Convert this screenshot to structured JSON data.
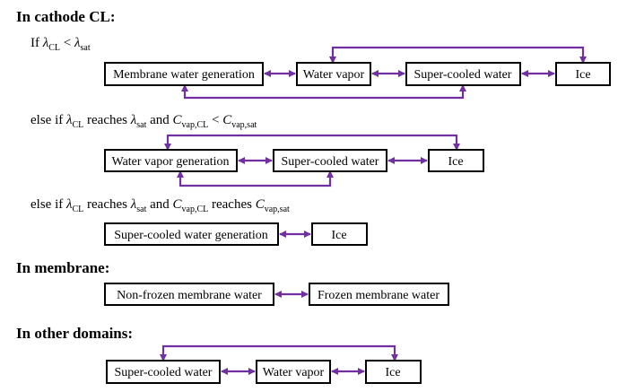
{
  "colors": {
    "arrow": "#7030a0",
    "box_border": "#000000",
    "text": "#000000"
  },
  "sections": {
    "cathode": {
      "heading": "In cathode CL:",
      "cond1": {
        "pre": "If ",
        "lambda": "λ",
        "cl": "CL",
        "op": " < ",
        "lambda2": "λ",
        "sat": "sat"
      },
      "cond2": {
        "pre": "else if ",
        "lambda": "λ",
        "cl": "CL",
        "mid": " reaches ",
        "lambda2": "λ",
        "sat": "sat",
        "and": " and ",
        "c": "C",
        "vapcl": "vap,CL",
        "op": " < ",
        "c2": "C",
        "vapsat": "vap,sat"
      },
      "cond3": {
        "pre": "else if ",
        "lambda": "λ",
        "cl": "CL",
        "mid": " reaches ",
        "lambda2": "λ",
        "sat": "sat",
        "and": " and ",
        "c": "C",
        "vapcl": "vap,CL",
        "mid2": " reaches ",
        "c2": "C",
        "vapsat": "vap,sat"
      },
      "row1": [
        "Membrane water generation",
        "Water vapor",
        "Super-cooled water",
        "Ice"
      ],
      "row2": [
        "Water vapor generation",
        "Super-cooled water",
        "Ice"
      ],
      "row3": [
        "Super-cooled water generation",
        "Ice"
      ]
    },
    "membrane": {
      "heading": "In membrane:",
      "row": [
        "Non-frozen membrane water",
        "Frozen membrane water"
      ]
    },
    "other": {
      "heading": "In other domains:",
      "row": [
        "Super-cooled water",
        "Water vapor",
        "Ice"
      ]
    }
  }
}
